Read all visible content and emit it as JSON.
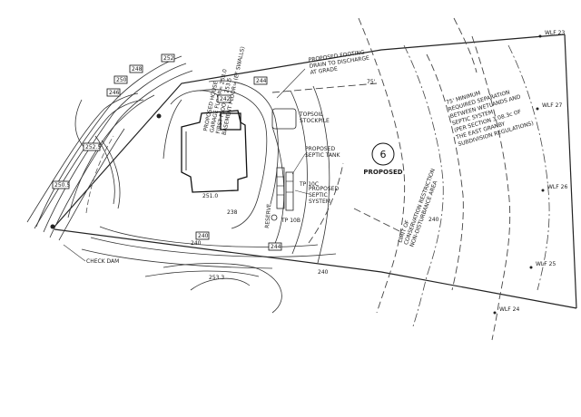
{
  "title": "",
  "lot": {
    "number": "6",
    "status": "PROPOSED"
  },
  "notes": {
    "separation": [
      "75' MINIMUM",
      "REQUIRED SEPARATION",
      "BETWEEN WETLANDS AND",
      "SEPTIC SYSTEM",
      "(PER SECTION 3.08.3c OF",
      "THE EAST GRANBY",
      "SUBDIVISION REGULATIONS)"
    ],
    "footing_drain": [
      "PROPOSED FOOTING",
      "DRAIN TO DISCHARGE",
      "AT GRADE"
    ],
    "topsoil": [
      "TOPSOIL",
      "STOCKPILE"
    ],
    "septic_tank": [
      "PROPOSED",
      "SEPTIC TANK"
    ],
    "septic_system": [
      "PROPOSED",
      "SEPTIC",
      "SYSTEM"
    ],
    "house": [
      "PROPOSED HOUSE",
      "GARAGE FLOOR= 253.0",
      "FIRST FLOOR= 253.5",
      "BASEMENT FLOOR= (EF SWALLS)"
    ],
    "conservation": [
      "LIMIT OF",
      "CONSERVATION RESTRICTION",
      "NON-DISTURBANCE AREA"
    ],
    "check_dam": "CHECK DAM",
    "reserve": "RESERVE",
    "tp_10c": "TP 10C",
    "tp_10b": "TP 10B",
    "dim_75": "75'",
    "spot_251": "251.0",
    "spot_2533": "253.3"
  },
  "wetland_flags": [
    "WLF 23",
    "WLF 27",
    "WLF 26",
    "WLF 25",
    "WLF 24"
  ],
  "contours": [
    "252",
    "248",
    "250",
    "246",
    "244",
    "242",
    "240",
    "252.5",
    "250.5",
    "244",
    "240",
    "240",
    "238",
    "240"
  ]
}
